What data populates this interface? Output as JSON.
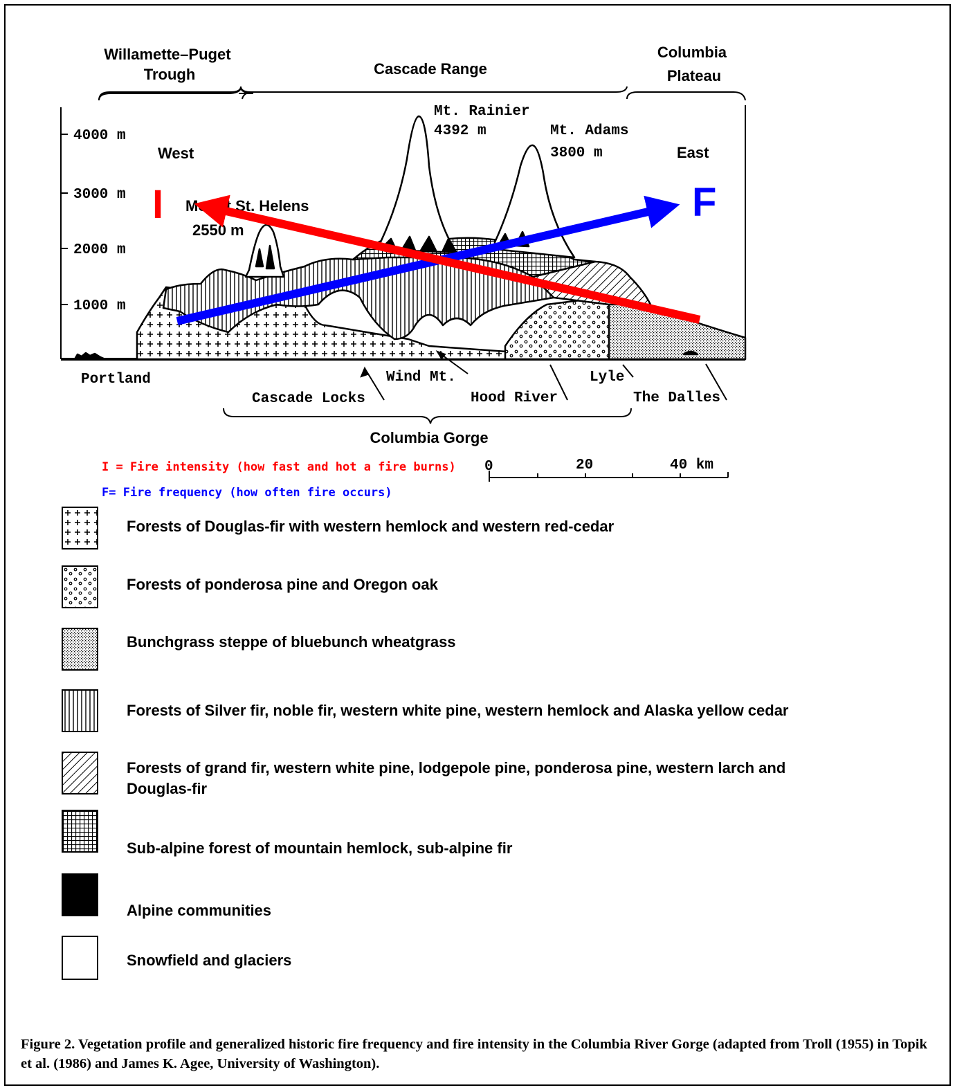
{
  "regions": {
    "west_region": "Willamette–Puget\nTrough",
    "center_region": "Cascade Range",
    "east_region": "Columbia\nPlateau"
  },
  "directions": {
    "west": "West",
    "east": "East"
  },
  "elevation_ticks": [
    "4000 m",
    "3000 m",
    "2000 m",
    "1000 m"
  ],
  "peaks": {
    "rainier_name": "Mt. Rainier",
    "rainier_elev": "4392 m",
    "adams_name": "Mt. Adams",
    "adams_elev": "3800 m",
    "helens_name": "Mount St. Helens",
    "helens_elev": "2550 m"
  },
  "places": {
    "portland": "Portland",
    "wind_mt": "Wind Mt.",
    "lyle": "Lyle",
    "cascade_locks": "Cascade  Locks",
    "hood_river": "Hood River",
    "the_dalles": "The Dalles",
    "gorge": "Columbia Gorge"
  },
  "arrows": {
    "intensity_letter": "I",
    "frequency_letter": "F",
    "intensity_color": "#ff0000",
    "frequency_color": "#0000ff"
  },
  "notes": {
    "intensity": "I = Fire intensity (how fast and hot a fire burns)",
    "frequency": "F= Fire frequency (how often fire occurs)"
  },
  "scale": {
    "zero": "0",
    "mid": "20",
    "end": "40 km"
  },
  "legend": [
    {
      "pattern": "plus",
      "text": "Forests of Douglas-fir with western hemlock and western red-cedar"
    },
    {
      "pattern": "circles",
      "text": "Forests of ponderosa pine and Oregon oak"
    },
    {
      "pattern": "stipple",
      "text": "Bunchgrass steppe of bluebunch wheatgrass"
    },
    {
      "pattern": "vertical",
      "text": "Forests of Silver fir, noble fir, western white pine, western hemlock and Alaska yellow cedar"
    },
    {
      "pattern": "diagonal",
      "text": "Forests of grand fir, western white pine, lodgepole pine, ponderosa pine, western larch and Douglas-fir"
    },
    {
      "pattern": "grid",
      "text": "Sub-alpine forest of mountain hemlock, sub-alpine fir"
    },
    {
      "pattern": "black",
      "text": "Alpine communities"
    },
    {
      "pattern": "white",
      "text": "Snowfield and glaciers"
    }
  ],
  "caption": "Figure 2.  Vegetation profile and generalized historic fire frequency and fire intensity in the Columbia River Gorge (adapted from Troll (1955) in Topik et al. (1986) and James K. Agee, University of Washington)."
}
